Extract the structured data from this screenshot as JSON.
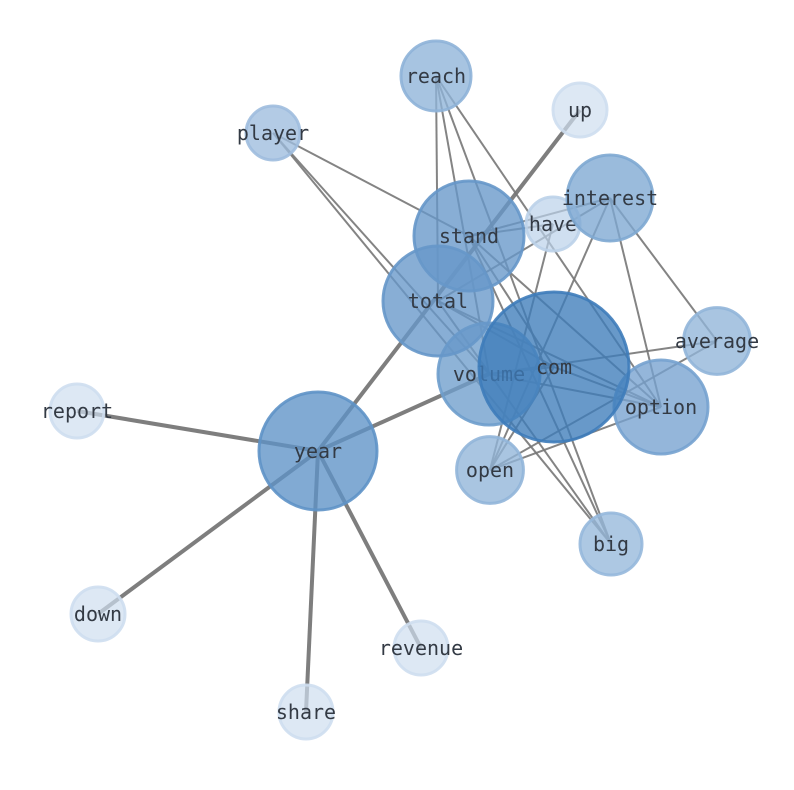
{
  "nodes": [
    {
      "id": "com",
      "label": "com",
      "weight": 1.0
    },
    {
      "id": "year",
      "label": "year",
      "weight": 0.8
    },
    {
      "id": "stand",
      "label": "stand",
      "weight": 0.75
    },
    {
      "id": "total",
      "label": "total",
      "weight": 0.75
    },
    {
      "id": "volume",
      "label": "volume",
      "weight": 0.7
    },
    {
      "id": "option",
      "label": "option",
      "weight": 0.65
    },
    {
      "id": "interest",
      "label": "interest",
      "weight": 0.6
    },
    {
      "id": "reach",
      "label": "reach",
      "weight": 0.5
    },
    {
      "id": "average",
      "label": "average",
      "weight": 0.48
    },
    {
      "id": "open",
      "label": "open",
      "weight": 0.48
    },
    {
      "id": "big",
      "label": "big",
      "weight": 0.45
    },
    {
      "id": "player",
      "label": "player",
      "weight": 0.4
    },
    {
      "id": "have",
      "label": "have",
      "weight": 0.22
    },
    {
      "id": "up",
      "label": "up",
      "weight": 0.1
    },
    {
      "id": "report",
      "label": "report",
      "weight": 0.1
    },
    {
      "id": "down",
      "label": "down",
      "weight": 0.1
    },
    {
      "id": "revenue",
      "label": "revenue",
      "weight": 0.1
    },
    {
      "id": "share",
      "label": "share",
      "weight": 0.1
    }
  ],
  "edges": [
    {
      "source": "year",
      "target": "report",
      "strength": "strong"
    },
    {
      "source": "year",
      "target": "down",
      "strength": "strong"
    },
    {
      "source": "year",
      "target": "share",
      "strength": "strong"
    },
    {
      "source": "year",
      "target": "revenue",
      "strength": "strong"
    },
    {
      "source": "year",
      "target": "volume",
      "strength": "strong"
    },
    {
      "source": "year",
      "target": "up",
      "strength": "strong"
    },
    {
      "source": "reach",
      "target": "total",
      "strength": "weak"
    },
    {
      "source": "reach",
      "target": "big",
      "strength": "weak"
    },
    {
      "source": "reach",
      "target": "option",
      "strength": "weak"
    },
    {
      "source": "reach",
      "target": "volume",
      "strength": "weak"
    },
    {
      "source": "player",
      "target": "stand",
      "strength": "weak"
    },
    {
      "source": "player",
      "target": "big",
      "strength": "weak"
    },
    {
      "source": "player",
      "target": "volume",
      "strength": "weak"
    },
    {
      "source": "interest",
      "target": "stand",
      "strength": "weak"
    },
    {
      "source": "interest",
      "target": "total",
      "strength": "weak"
    },
    {
      "source": "interest",
      "target": "average",
      "strength": "weak"
    },
    {
      "source": "interest",
      "target": "option",
      "strength": "weak"
    },
    {
      "source": "interest",
      "target": "open",
      "strength": "weak"
    },
    {
      "source": "stand",
      "target": "com",
      "strength": "weak"
    },
    {
      "source": "stand",
      "target": "option",
      "strength": "weak"
    },
    {
      "source": "stand",
      "target": "big",
      "strength": "weak"
    },
    {
      "source": "stand",
      "target": "have",
      "strength": "weak"
    },
    {
      "source": "total",
      "target": "com",
      "strength": "weak"
    },
    {
      "source": "total",
      "target": "option",
      "strength": "weak"
    },
    {
      "source": "total",
      "target": "big",
      "strength": "weak"
    },
    {
      "source": "have",
      "target": "open",
      "strength": "weak"
    },
    {
      "source": "average",
      "target": "open",
      "strength": "weak"
    },
    {
      "source": "average",
      "target": "volume",
      "strength": "weak"
    },
    {
      "source": "com",
      "target": "option",
      "strength": "weak"
    },
    {
      "source": "com",
      "target": "open",
      "strength": "weak"
    },
    {
      "source": "com",
      "target": "volume",
      "strength": "weak"
    },
    {
      "source": "option",
      "target": "volume",
      "strength": "weak"
    },
    {
      "source": "open",
      "target": "option",
      "strength": "weak"
    }
  ]
}
